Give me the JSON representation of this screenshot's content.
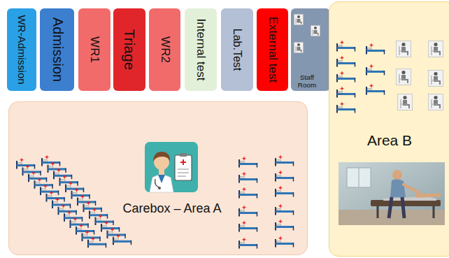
{
  "diagram": {
    "nodes": [
      {
        "text": [
          "WR-Admission"
        ]
      },
      {
        "text": [
          "Admission"
        ]
      },
      {
        "text": [
          "WR1"
        ]
      },
      {
        "text": [
          "Triage"
        ]
      },
      {
        "text": [
          "WR2"
        ]
      },
      {
        "text": [
          "Internal test"
        ]
      },
      {
        "text": [
          "Lab.Test"
        ]
      },
      {
        "text": [
          "External test"
        ]
      },
      {
        "text": [
          "Staff Room"
        ]
      },
      {
        "text": [
          "Carebox – Area A"
        ]
      },
      {
        "text": [
          "Area B"
        ]
      }
    ]
  }
}
